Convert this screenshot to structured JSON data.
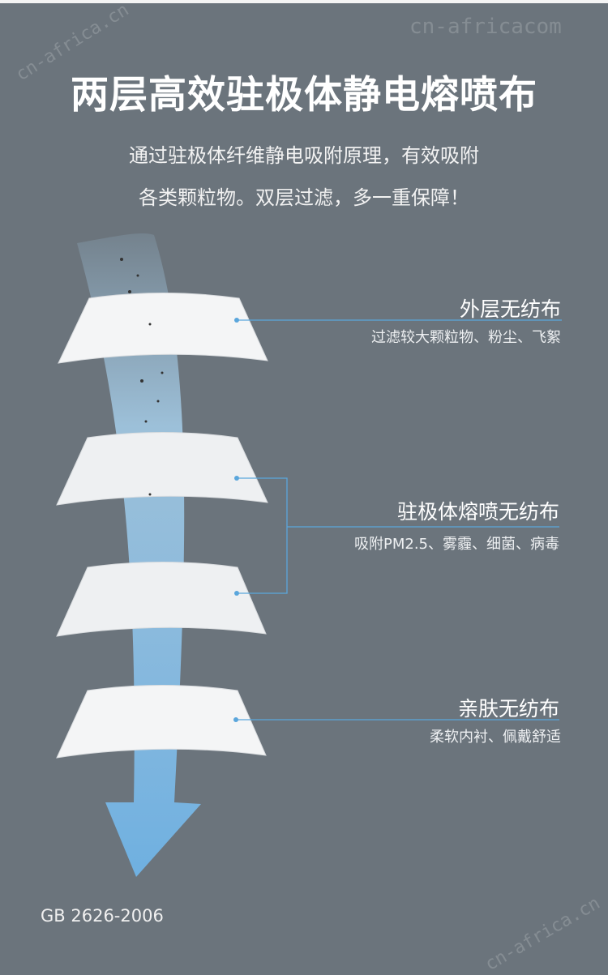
{
  "watermarks": [
    "cn-africa.cn",
    "cn-africacom",
    "cn-africa.cn"
  ],
  "title": "两层高效驻极体静电熔喷布",
  "subtitle": [
    "通过驻极体纤维静电吸附原理，有效吸附",
    "各类颗粒物。双层过滤，多一重保障！"
  ],
  "layers": [
    {
      "name": "外层无纺布",
      "desc": "过滤较大颗粒物、粉尘、飞絮"
    },
    {
      "name": "驻极体熔喷无纺布",
      "desc": "吸附PM2.5、雾霾、细菌、病毒"
    },
    {
      "name": "亲肤无纺布",
      "desc": "柔软内衬、佩戴舒适"
    }
  ],
  "standard": "GB 2626-2006",
  "colors": {
    "background": "#6b747c",
    "accent": "#5aa6dc",
    "arrow": "#a9d3f0"
  }
}
